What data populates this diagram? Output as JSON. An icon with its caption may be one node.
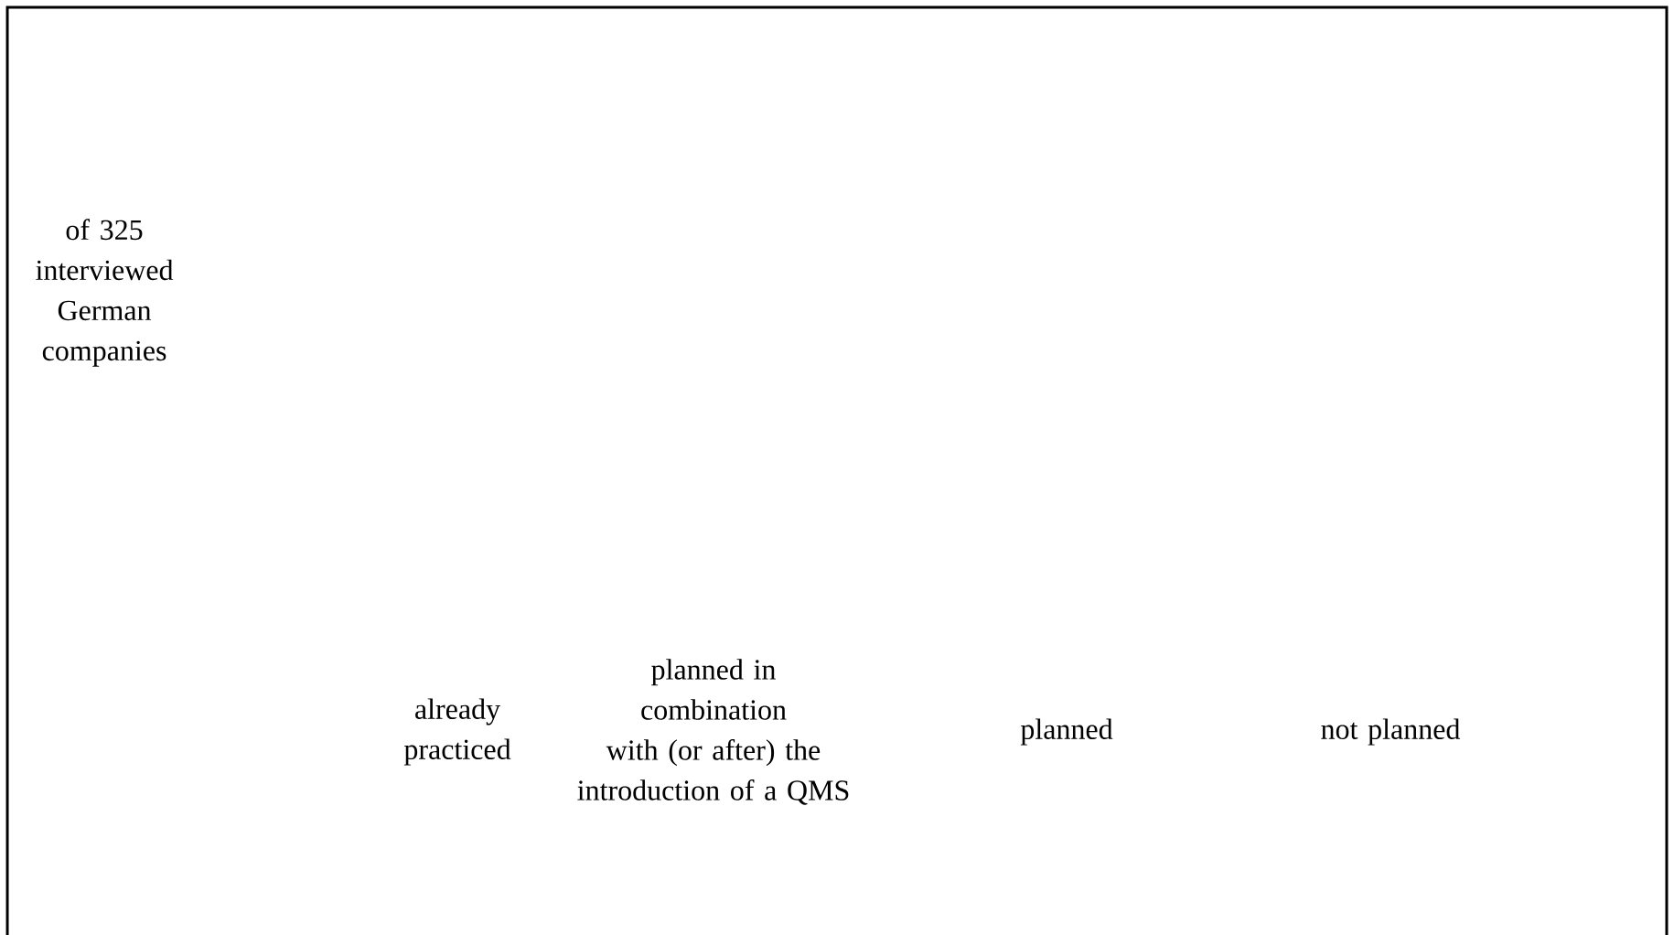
{
  "diagram": {
    "labels": [
      "of 325 interviewed German companies",
      "already practiced",
      "planned in combination with (or after) the introduction of a QMS",
      "planned",
      "not planned"
    ]
  }
}
